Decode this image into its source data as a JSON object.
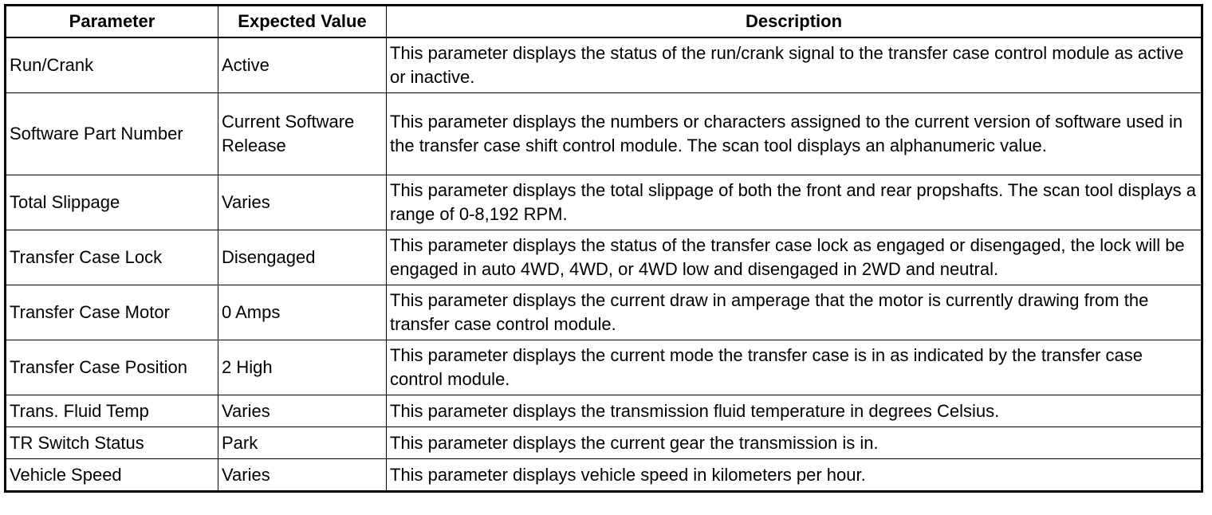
{
  "table": {
    "headers": [
      "Parameter",
      "Expected Value",
      "Description"
    ],
    "rows": [
      {
        "parameter": "Run/Crank",
        "expected": "Active",
        "description": "This parameter displays the status of the run/crank signal to the transfer case control module as active or inactive."
      },
      {
        "parameter": "Software Part Number",
        "expected": "Current Software Release",
        "description": "This parameter displays the numbers or characters assigned to the current version of software used in the transfer case shift control module. The scan tool displays an alphanumeric value."
      },
      {
        "parameter": "Total Slippage",
        "expected": "Varies",
        "description": "This parameter displays the total slippage of both the front and rear propshafts. The scan tool displays a range of 0-8,192 RPM."
      },
      {
        "parameter": "Transfer Case Lock",
        "expected": "Disengaged",
        "description": "This parameter displays the status of the transfer case lock as engaged or disengaged, the lock will be engaged in auto 4WD, 4WD, or 4WD low and disengaged in 2WD and neutral."
      },
      {
        "parameter": "Transfer Case Motor",
        "expected": "0 Amps",
        "description": "This parameter displays the current draw in amperage that the motor is currently drawing from the transfer case control module."
      },
      {
        "parameter": "Transfer Case Position",
        "expected": "2 High",
        "description": "This parameter displays the current mode the transfer case is in as indicated by the transfer case control module."
      },
      {
        "parameter": "Trans. Fluid Temp",
        "expected": "Varies",
        "description": "This parameter displays the transmission fluid temperature in degrees Celsius."
      },
      {
        "parameter": "TR Switch Status",
        "expected": "Park",
        "description": "This parameter displays the current gear the transmission is in."
      },
      {
        "parameter": "Vehicle Speed",
        "expected": "Varies",
        "description": "This parameter displays vehicle speed in kilometers per hour."
      }
    ]
  }
}
